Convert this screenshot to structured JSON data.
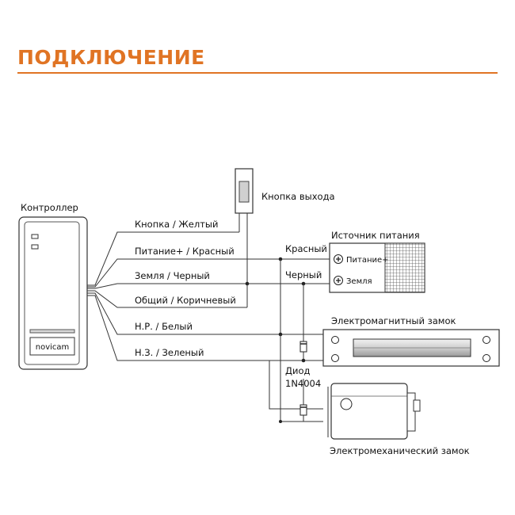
{
  "heading": "ПОДКЛЮЧЕНИЕ",
  "colors": {
    "accent": "#e07424",
    "line": "#333333"
  },
  "devices": {
    "controller": "Контроллер",
    "controller_logo": "novicam",
    "exit_button": "Кнопка выхода",
    "power_supply": "Источник питания",
    "psu_plus": "Питание+",
    "psu_ground": "Земля",
    "magnetic_lock": "Электромагнитный замок",
    "mech_lock": "Электромеханический замок",
    "diode_label": "Диод",
    "diode_model": "1N4004"
  },
  "wires": {
    "button": "Кнопка / Желтый",
    "power": "Питание+ / Красный",
    "ground": "Земля / Черный",
    "common": "Общий / Коричневый",
    "no": "Н.Р. / Белый",
    "nc": "Н.З. / Зеленый",
    "red": "Красный",
    "black": "Черный"
  }
}
